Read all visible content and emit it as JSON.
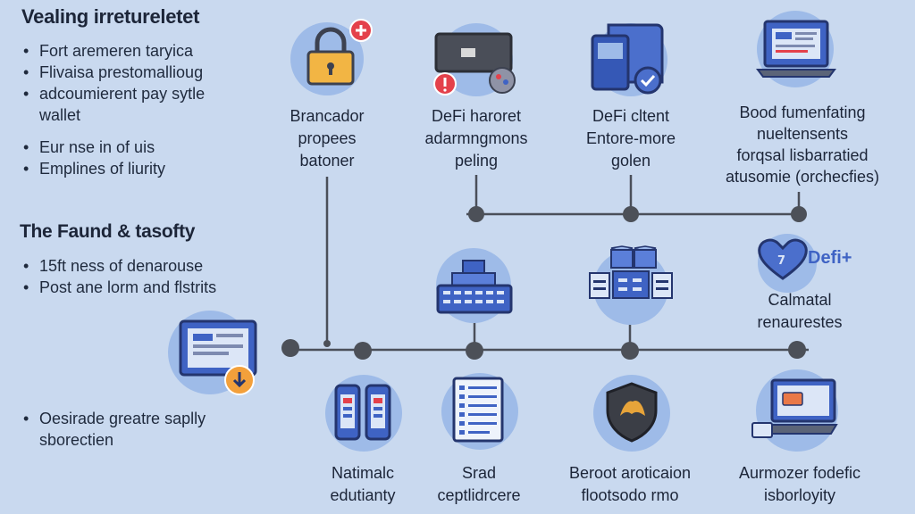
{
  "sidebar": {
    "section1": {
      "title": "Vealing irretureletet",
      "items": [
        "Fort aremeren taryica",
        "Flivaisa prestomallioug",
        "adcoumierent pay sytle",
        "wallet",
        "Eur nse in of uis",
        "Emplines of liurity"
      ]
    },
    "section2": {
      "title": "The Faund & tasofty",
      "items": [
        "15ft ness of denarouse",
        "Post ane lorm and flstrits"
      ]
    },
    "section3": {
      "items": [
        "Oesirade greatre saplly",
        "sborectien"
      ]
    }
  },
  "top_nodes": [
    {
      "icon": "padlock-icon",
      "lines": [
        "Brancador",
        "propees",
        "batoner"
      ]
    },
    {
      "icon": "card-terminal-icon",
      "lines": [
        "DeFi haroret",
        "adarmngmons",
        "peling"
      ]
    },
    {
      "icon": "wallet-phone-icon",
      "lines": [
        "DeFi cltent",
        "Entore-more",
        "golen"
      ]
    },
    {
      "icon": "laptop-dashboard-icon",
      "lines": [
        "Bood fumenfating",
        "nueltensents",
        "forqsal lisbarratied",
        "atusomie (orchecfies)"
      ]
    }
  ],
  "middle_nodes": [
    {
      "icon": "server-rack-icon",
      "lines": []
    },
    {
      "icon": "data-center-icon",
      "lines": []
    },
    {
      "icon": "heart-defi-icon",
      "badge": "Defi+",
      "lines": [
        "Calmatal",
        "renaurestes"
      ]
    }
  ],
  "bottom_nodes": [
    {
      "icon": "mobile-phones-icon",
      "lines": [
        "Natimalc",
        "edutianty"
      ]
    },
    {
      "icon": "document-list-icon",
      "lines": [
        "Srad",
        "ceptlidrcere"
      ]
    },
    {
      "icon": "shield-icon",
      "lines": [
        "Beroot aroticaion",
        "flootsodo rmo"
      ]
    },
    {
      "icon": "laptop-card-icon",
      "lines": [
        "Aurmozer fodefic",
        "isborloyity"
      ]
    }
  ],
  "left_node": {
    "icon": "monitor-download-icon"
  },
  "colors": {
    "background": "#c9d9ef",
    "circle": "#9ebbe8",
    "accent": "#3f63c4",
    "line": "#4a4f59",
    "node": "#4c5058"
  }
}
